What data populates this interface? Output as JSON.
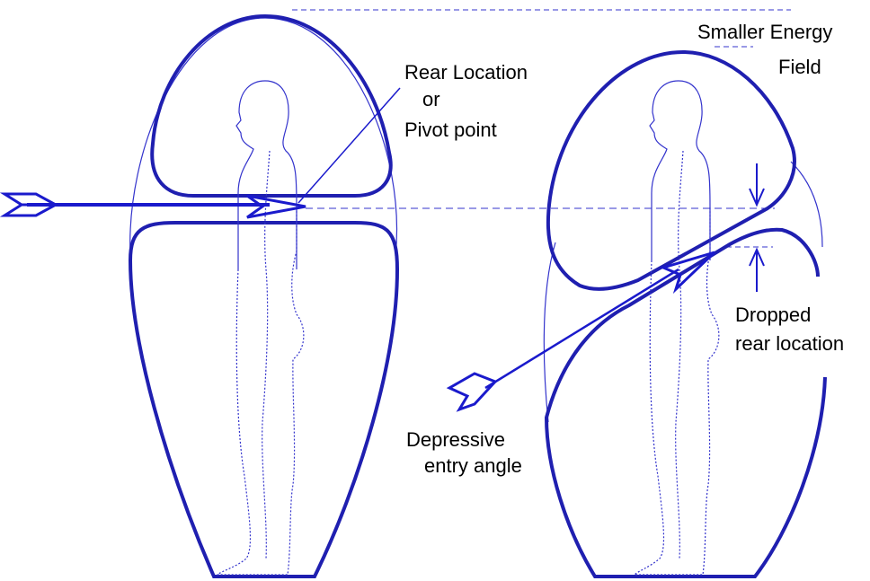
{
  "labels": {
    "rear_location_line1": "Rear Location",
    "rear_location_line2": "or",
    "rear_location_line3": "Pivot point",
    "smaller_field_line1": "Smaller Energy",
    "smaller_field_line2": "Field",
    "dropped_line1": "Dropped",
    "dropped_line2": "rear location",
    "depressive_line1": "Depressive",
    "depressive_line2": "entry angle"
  },
  "colors": {
    "field_outline": "#1f1fb0",
    "arrow": "#1a1acc",
    "body_outline": "#3333cc",
    "text": "#000000"
  }
}
